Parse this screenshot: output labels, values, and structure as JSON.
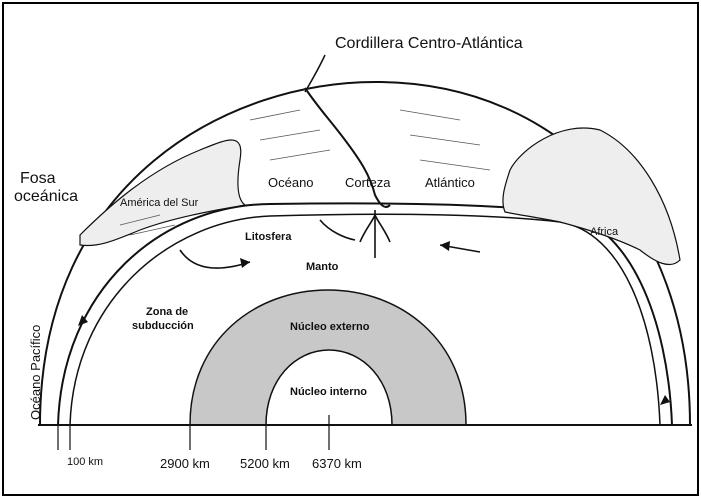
{
  "labels": {
    "ridge": "Cordillera Centro-Atlántica",
    "trench_line1": "Fosa",
    "trench_line2": "oceánica",
    "south_america": "América del Sur",
    "ocean": "Océano",
    "crust": "Corteza",
    "atlantic": "Atlántico",
    "africa": "Africa",
    "lithosphere": "Litosfera",
    "mantle": "Manto",
    "subduction_line1": "Zona de",
    "subduction_line2": "subducción",
    "outer_core": "Núcleo externo",
    "inner_core": "Núcleo interno",
    "pacific": "Océano Pacífico"
  },
  "depths": {
    "d1": "100 km",
    "d2": "2900 km",
    "d3": "5200 km",
    "d4": "6370 km"
  },
  "colors": {
    "outer_core": "#c8c8c8",
    "ink": "#111111",
    "frame": "#000000"
  }
}
